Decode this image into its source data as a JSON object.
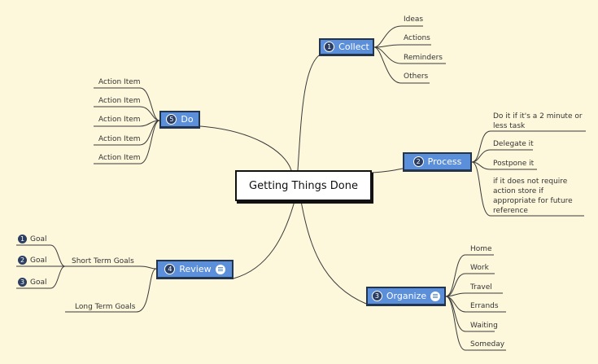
{
  "central": "Getting Things Done",
  "collect": {
    "num": "1",
    "label": "Collect",
    "items": [
      "Ideas",
      "Actions",
      "Reminders",
      "Others"
    ]
  },
  "do": {
    "num": "5",
    "label": "Do",
    "items": [
      "Action Item",
      "Action Item",
      "Action Item",
      "Action Item",
      "Action Item"
    ]
  },
  "process": {
    "num": "2",
    "label": "Process",
    "items": [
      "Do it if it's a 2 minute or less task",
      "Delegate it",
      "Postpone it",
      "if it does not require action store if appropriate for future reference"
    ]
  },
  "review": {
    "num": "4",
    "label": "Review",
    "short_term": "Short Term Goals",
    "long_term": "Long Term Goals",
    "goals": [
      {
        "num": "1",
        "label": "Goal"
      },
      {
        "num": "2",
        "label": "Goal"
      },
      {
        "num": "3",
        "label": "Goal"
      }
    ]
  },
  "organize": {
    "num": "3",
    "label": "Organize",
    "items": [
      "Home",
      "Work",
      "Travel",
      "Errands",
      "Waiting",
      "Someday"
    ]
  },
  "colors": {
    "background": "#fdf8dc",
    "topic": "#5b8fd9",
    "topic_border": "#23344f",
    "line": "#3a3a3a"
  }
}
